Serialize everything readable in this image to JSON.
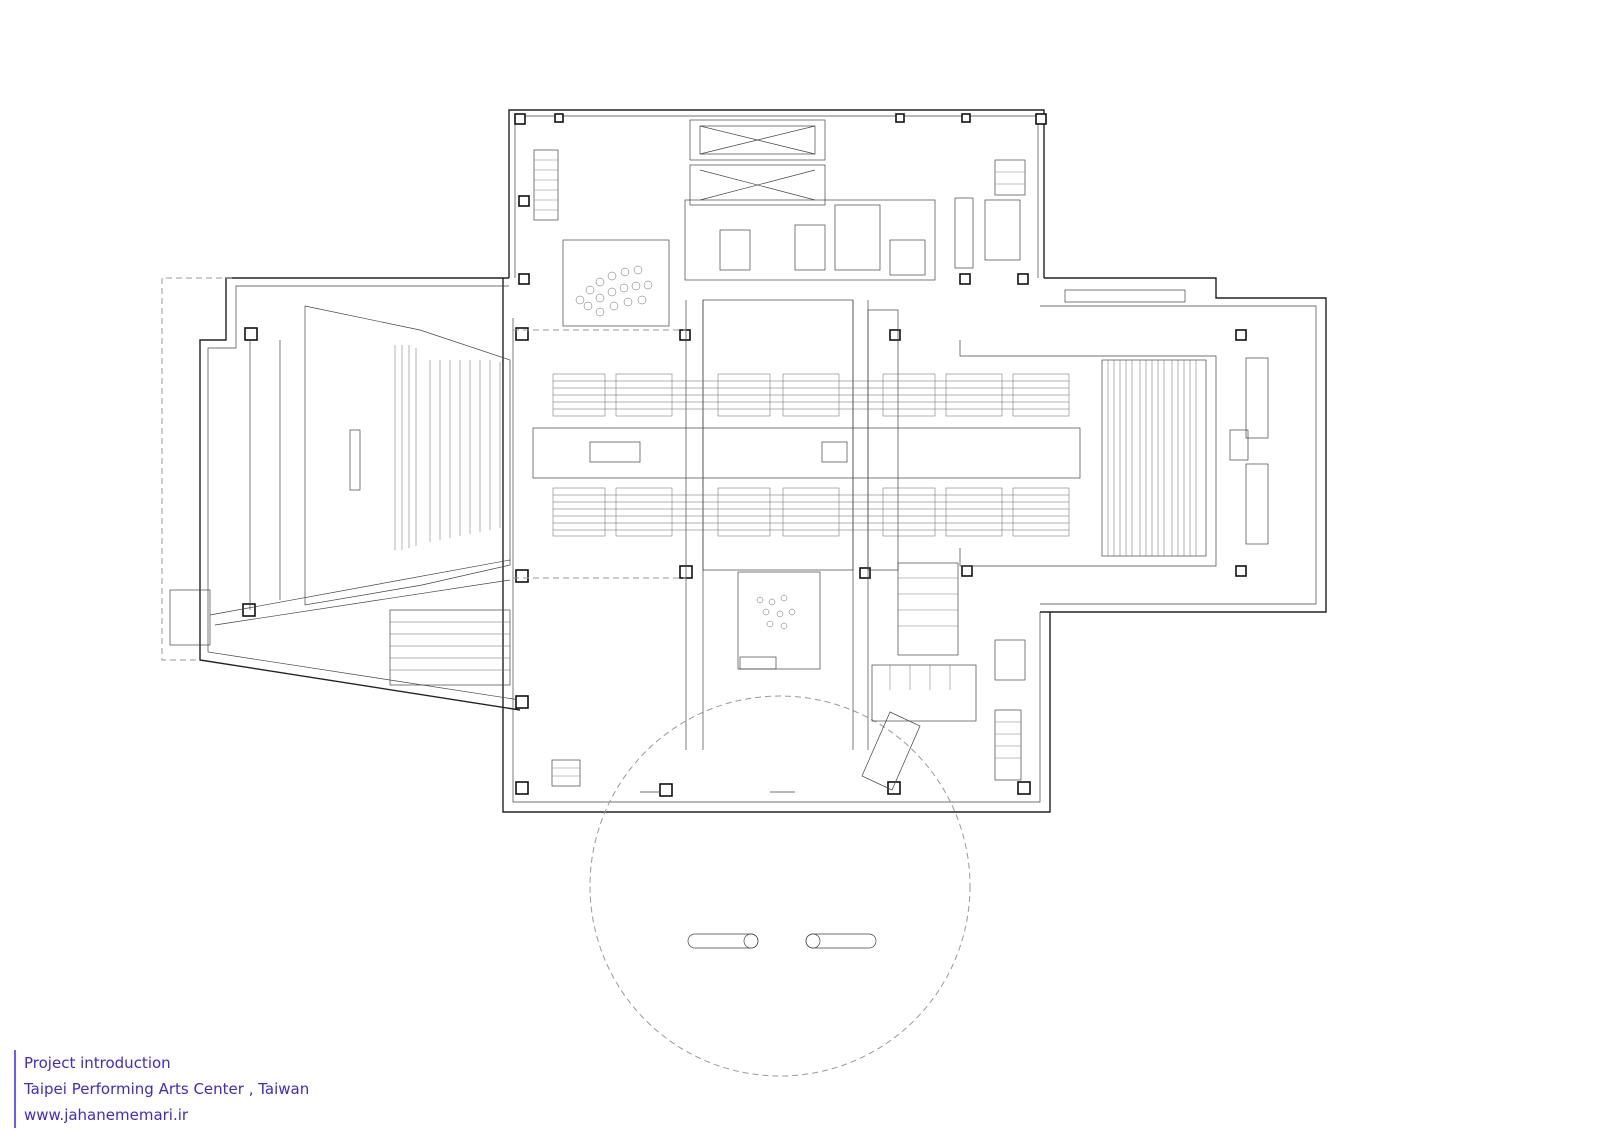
{
  "caption": {
    "line1": "Project introduction",
    "line2": "Taipei Performing Arts Center , Taiwan",
    "line3": "www.jahanememari.ir",
    "color": "#3b2bd6"
  },
  "drawing": {
    "line_color": "#222222",
    "accent_line_color": "#6b5cff"
  }
}
